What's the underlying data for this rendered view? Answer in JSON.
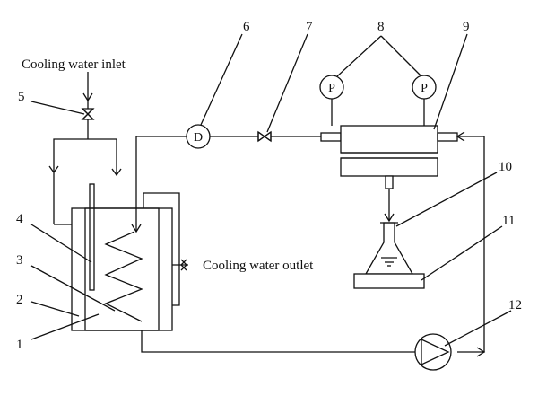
{
  "labels": {
    "cooling_water_inlet": "Cooling water inlet",
    "cooling_water_outlet": "Cooling water outlet"
  },
  "callouts": [
    "1",
    "2",
    "3",
    "4",
    "5",
    "6",
    "7",
    "8",
    "9",
    "10",
    "11",
    "12"
  ],
  "symbols": {
    "differential_meter": "D",
    "pressure_gauge": "P"
  },
  "colors": {
    "line": "#111111",
    "background": "#ffffff"
  }
}
